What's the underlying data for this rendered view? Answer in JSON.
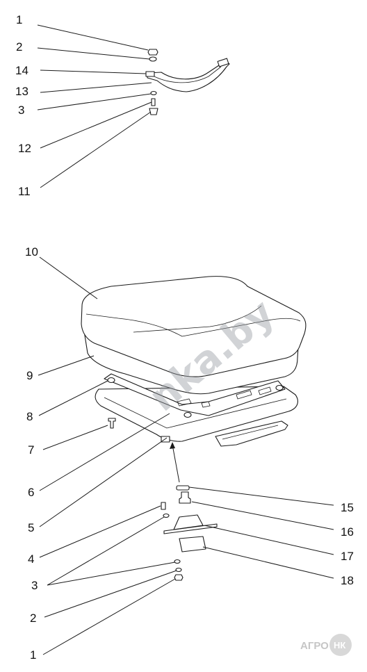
{
  "callouts": {
    "top": [
      "1",
      "2",
      "14",
      "13",
      "3",
      "12",
      "11"
    ],
    "left": [
      "10",
      "9",
      "8",
      "7",
      "6",
      "5",
      "4",
      "3",
      "2",
      "1"
    ],
    "right": [
      "15",
      "16",
      "17",
      "18"
    ]
  },
  "watermark": {
    "text": "nka.by"
  },
  "logo": {
    "text": "АГРО",
    "badge": "НК"
  }
}
